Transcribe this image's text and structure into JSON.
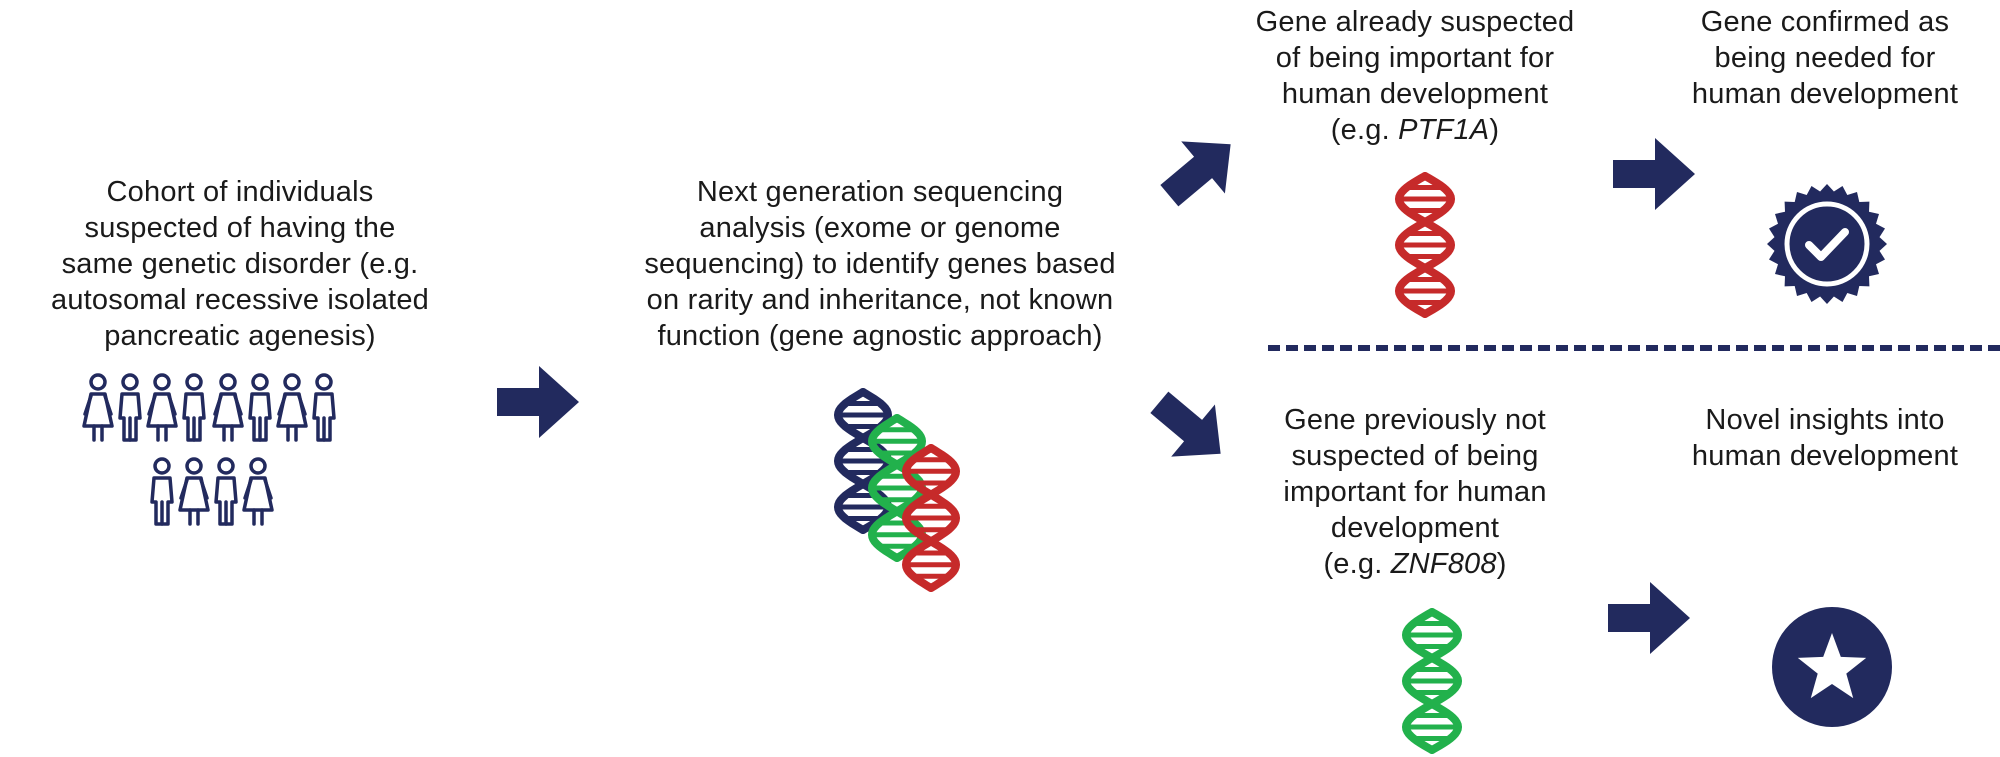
{
  "colors": {
    "navy": "#222a5e",
    "red": "#c62a2a",
    "green": "#22b14c"
  },
  "cohort": {
    "lines": [
      "Cohort of individuals",
      "suspected of having the",
      "same genetic disorder (e.g.",
      "autosomal recessive isolated",
      "pancreatic agenesis)"
    ],
    "icon": "people-group-icon"
  },
  "sequencing": {
    "lines": [
      "Next generation sequencing",
      "analysis (exome or genome",
      "sequencing) to identify genes based",
      "on rarity and inheritance, not known",
      "function (gene agnostic approach)"
    ],
    "icon": "dna-multiple-icon"
  },
  "suspected_gene": {
    "lines": [
      "Gene already suspected",
      "of being important for",
      "human development"
    ],
    "example_prefix": "(e.g. ",
    "example_gene": "PTF1A",
    "example_suffix": ")",
    "icon": "dna-red-icon"
  },
  "confirmed": {
    "lines": [
      "Gene confirmed as",
      "being needed for",
      "human development"
    ],
    "icon": "verified-badge-icon"
  },
  "unsuspected_gene": {
    "lines": [
      "Gene previously not",
      "suspected of being",
      "important for human",
      "development"
    ],
    "example_prefix": "(e.g. ",
    "example_gene": "ZNF808",
    "example_suffix": ")",
    "icon": "dna-green-icon"
  },
  "novel": {
    "lines": [
      "Novel insights into",
      "human development"
    ],
    "icon": "star-badge-icon"
  }
}
